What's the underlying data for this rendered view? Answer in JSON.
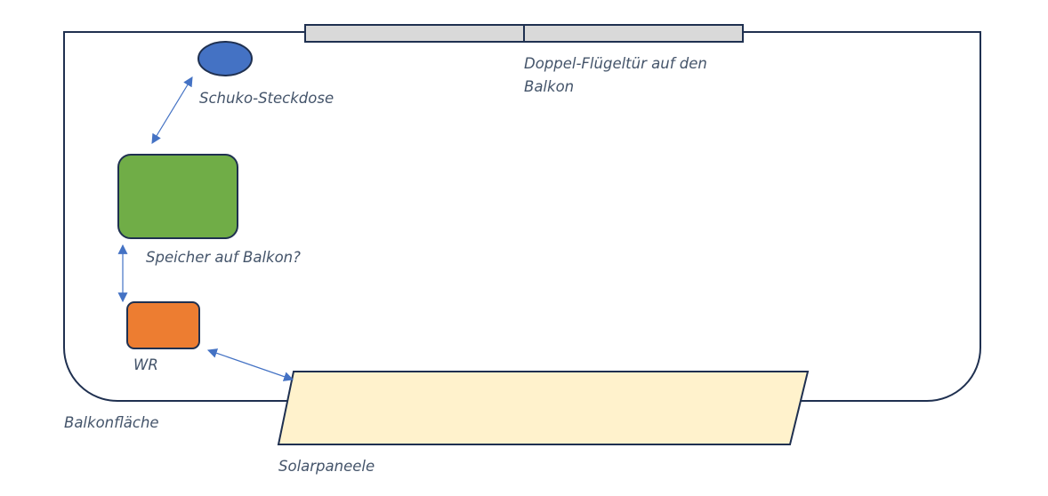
{
  "labels": {
    "socket": "Schuko-Steckdose",
    "door_line1": "Doppel-Flügeltür auf den",
    "door_line2": "Balkon",
    "storage": "Speicher auf Balkon?",
    "inverter": "WR",
    "balcony": "Balkonfläche",
    "solar": "Solarpaneele"
  },
  "colors": {
    "outline": "#1f3050",
    "door": "#d9d9d9",
    "socket": "#4472c4",
    "storage": "#70ad47",
    "inverter": "#ed7d31",
    "solar": "#fff2cc",
    "arrow": "#4472c4",
    "text": "#44546a"
  }
}
